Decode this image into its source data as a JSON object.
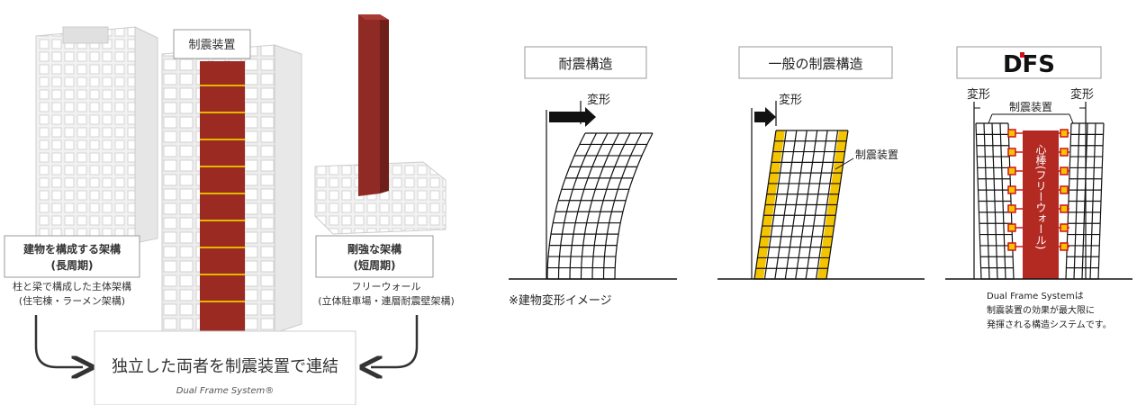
{
  "left": {
    "damper_label": "制震装置",
    "frame_title": "建物を構成する架構",
    "frame_period": "(長周期)",
    "frame_desc_1": "柱と梁で構成した主体架構",
    "frame_desc_2": "(住宅棟・ラーメン架構)",
    "strong_title": "剛強な架構",
    "strong_period": "(短周期)",
    "strong_desc_1": "フリーウォール",
    "strong_desc_2": "(立体駐車場・連層耐震壁架構)",
    "main_caption": "独立した両者を制震装置で連結",
    "main_caption_sub": "Dual Frame System®"
  },
  "panels": {
    "seismic_title": "耐震構造",
    "seismic_deform": "変形",
    "general_title": "一般の制震構造",
    "general_deform": "変形",
    "general_damper": "制震装置",
    "dfs_title": "DFS",
    "dfs_deform_left": "変形",
    "dfs_deform_right": "変形",
    "dfs_damper": "制震装置",
    "core_label": "心棒(フリーウォール)",
    "note": "※建物変形イメージ",
    "dfs_caption_1": "Dual Frame Systemは",
    "dfs_caption_2": "制震装置の効果が最大限に",
    "dfs_caption_3": "発揮される構造システムです。"
  },
  "colors": {
    "brand_red": "#d0121b",
    "core_red": "#b22a22",
    "tower_red": "#8f2a24",
    "damper_yellow": "#f5c400",
    "line": "#111111",
    "label_border": "#9a9a9a"
  }
}
